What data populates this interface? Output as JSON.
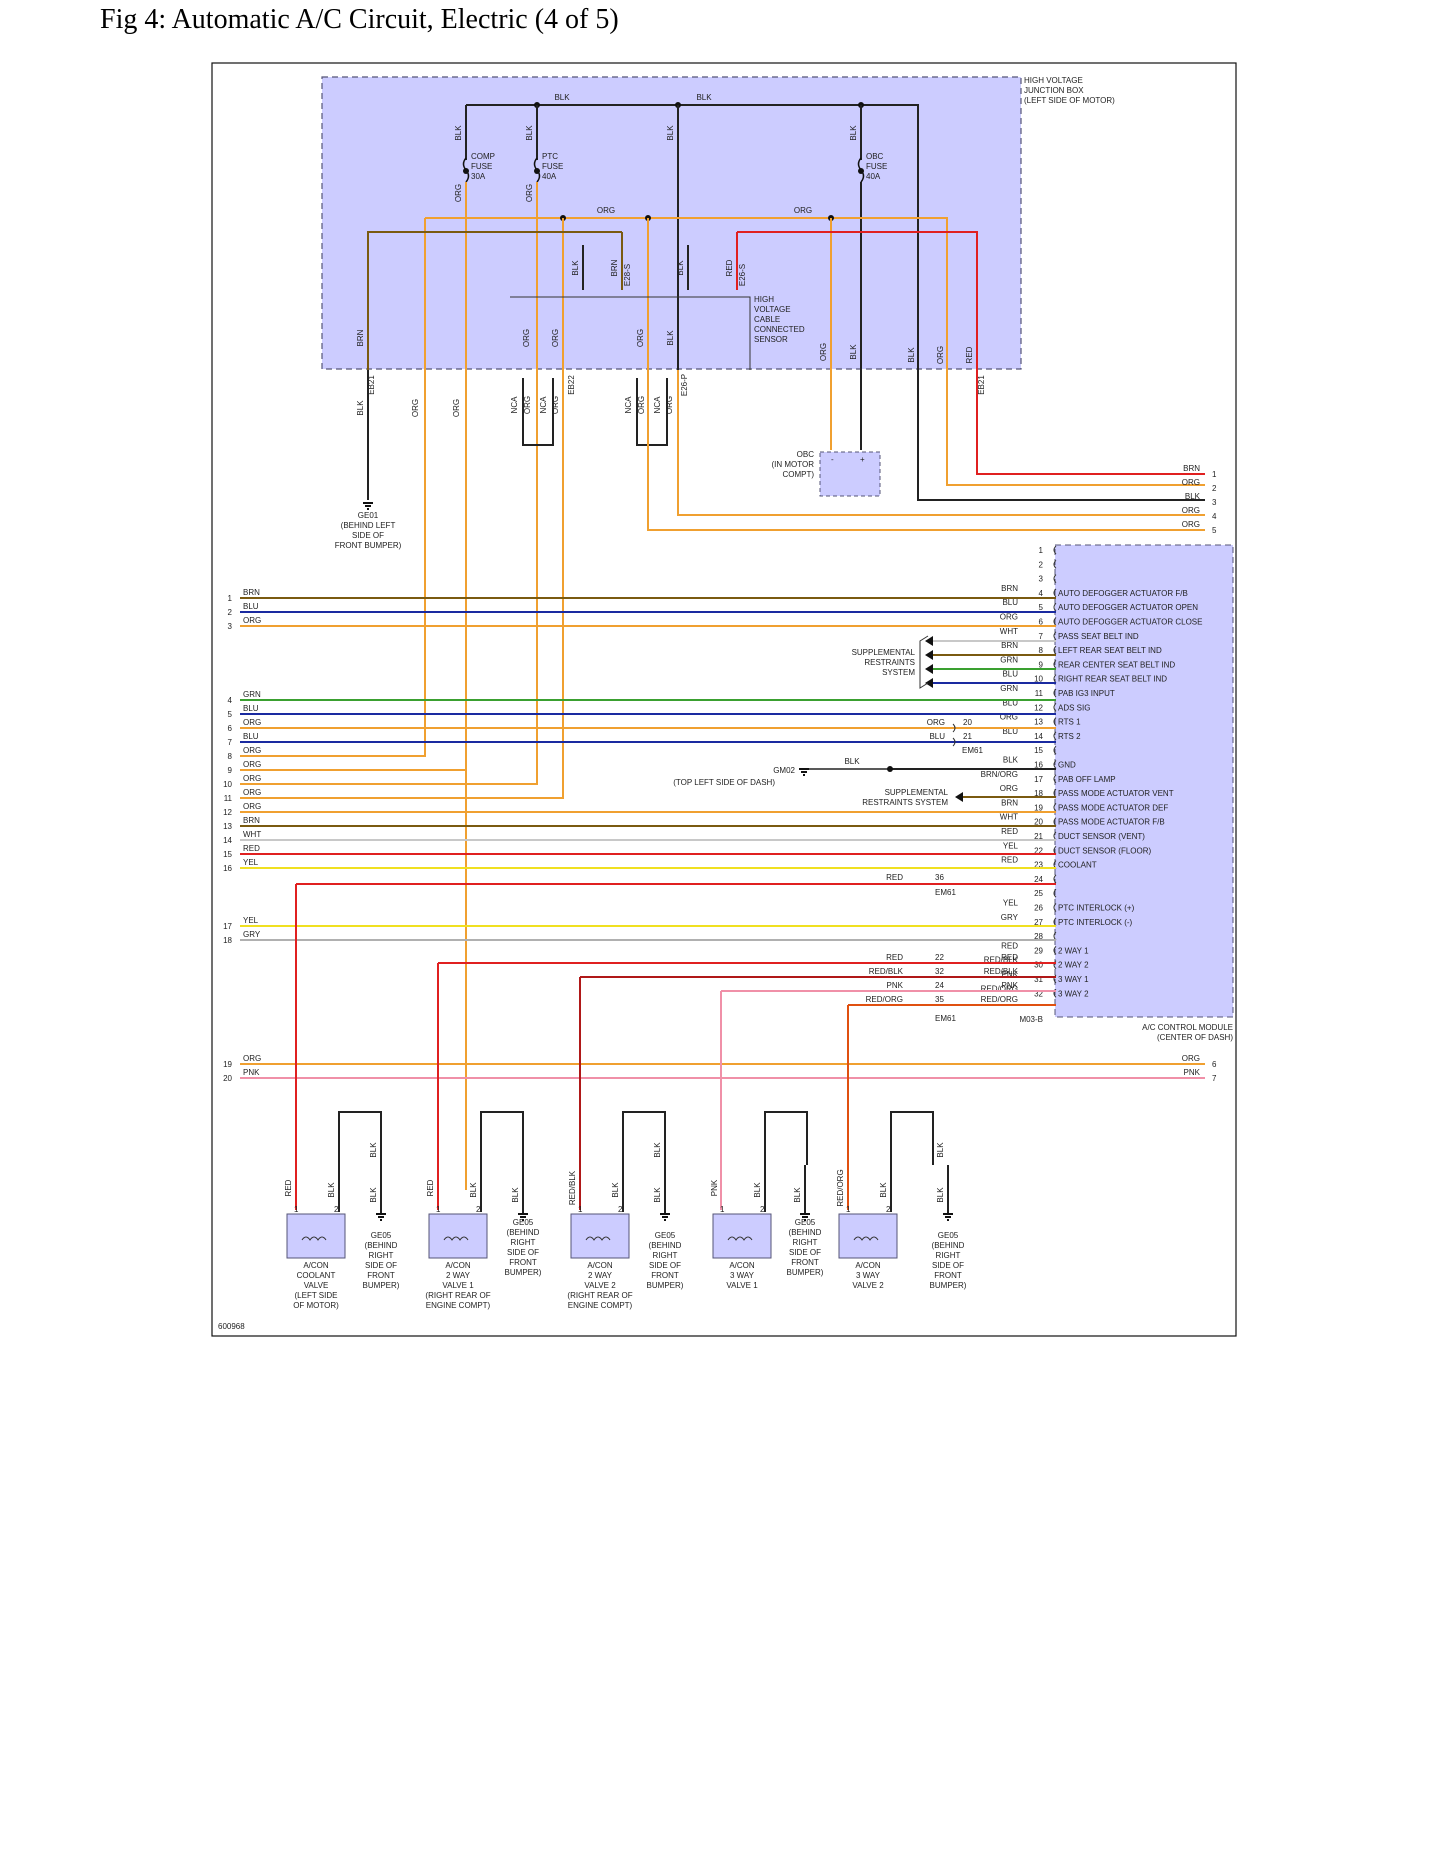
{
  "page": {
    "title": "Fig 4: Automatic A/C Circuit, Electric (4 of 5)",
    "figure_id": "600968"
  },
  "colors": {
    "BLK": "#222222",
    "ORG": "#f0a030",
    "RED": "#e02020",
    "BRN": "#7a5a10",
    "BLU": "#1a2aa0",
    "GRN": "#3aa030",
    "YEL": "#f0e020",
    "WHT": "#c8c8c8",
    "GRY": "#b0b0b0",
    "PNK": "#f090a8",
    "RED_BLK": "#b01818",
    "RED_ORG": "#e05010",
    "box_fill": "#ccccff",
    "box_stroke": "#555577"
  },
  "hv_box": {
    "label_lines": [
      "HIGH VOLTAGE",
      "JUNCTION BOX",
      "(LEFT SIDE OF MOTOR)"
    ],
    "fuses": [
      {
        "lines": [
          "COMP",
          "FUSE",
          "30A"
        ]
      },
      {
        "lines": [
          "PTC",
          "FUSE",
          "40A"
        ]
      },
      {
        "lines": [
          "OBC",
          "FUSE",
          "40A"
        ]
      }
    ],
    "sensor_lines": [
      "HIGH",
      "VOLTAGE",
      "CABLE",
      "CONNECTED",
      "SENSOR"
    ],
    "connectors": [
      "E28-S",
      "E26-S"
    ]
  },
  "wire_tags": {
    "blk": "BLK",
    "org": "ORG",
    "red": "RED",
    "brn": "BRN",
    "nca": "NCA",
    "pin1": "1",
    "pin2": "2",
    "pin5": "5",
    "pin6": "6"
  },
  "lower_connectors": [
    "EB21",
    "EB22",
    "E26-P",
    "EB21"
  ],
  "obc": {
    "lines": [
      "OBC",
      "(IN MOTOR",
      "COMPT)"
    ],
    "minus": "-",
    "plus": "+"
  },
  "ge01": {
    "lines": [
      "GE01",
      "(BEHIND LEFT",
      "SIDE OF",
      "FRONT BUMPER)"
    ]
  },
  "right_top_terms": [
    {
      "color": "BRN",
      "num": "1"
    },
    {
      "color": "ORG",
      "num": "2"
    },
    {
      "color": "BLK",
      "num": "3"
    },
    {
      "color": "ORG",
      "num": "4"
    },
    {
      "color": "ORG",
      "num": "5"
    }
  ],
  "left_terms": [
    {
      "num": "1",
      "color": "BRN"
    },
    {
      "num": "2",
      "color": "BLU"
    },
    {
      "num": "3",
      "color": "ORG"
    },
    {
      "num": "4",
      "color": "GRN"
    },
    {
      "num": "5",
      "color": "BLU"
    },
    {
      "num": "6",
      "color": "ORG"
    },
    {
      "num": "7",
      "color": "BLU"
    },
    {
      "num": "8",
      "color": "ORG"
    },
    {
      "num": "9",
      "color": "ORG"
    },
    {
      "num": "10",
      "color": "ORG"
    },
    {
      "num": "11",
      "color": "ORG"
    },
    {
      "num": "12",
      "color": "ORG"
    },
    {
      "num": "13",
      "color": "BRN"
    },
    {
      "num": "14",
      "color": "WHT"
    },
    {
      "num": "15",
      "color": "RED"
    },
    {
      "num": "16",
      "color": "YEL"
    },
    {
      "num": "17",
      "color": "YEL"
    },
    {
      "num": "18",
      "color": "GRY"
    },
    {
      "num": "19",
      "color": "ORG"
    },
    {
      "num": "20",
      "color": "PNK"
    }
  ],
  "module": {
    "name_lines": [
      "A/C CONTROL MODULE",
      "(CENTER OF DASH)"
    ],
    "connector": "M03-B",
    "pins": [
      {
        "pin": "1",
        "wire": "",
        "func": ""
      },
      {
        "pin": "2",
        "wire": "",
        "func": ""
      },
      {
        "pin": "3",
        "wire": "",
        "func": ""
      },
      {
        "pin": "4",
        "wire": "BRN",
        "func": "AUTO DEFOGGER ACTUATOR F/B"
      },
      {
        "pin": "5",
        "wire": "BLU",
        "func": "AUTO DEFOGGER ACTUATOR OPEN"
      },
      {
        "pin": "6",
        "wire": "ORG",
        "func": "AUTO DEFOGGER ACTUATOR CLOSE"
      },
      {
        "pin": "7",
        "wire": "WHT",
        "func": "PASS SEAT BELT IND"
      },
      {
        "pin": "8",
        "wire": "BRN",
        "func": "LEFT REAR SEAT BELT IND"
      },
      {
        "pin": "9",
        "wire": "GRN",
        "func": "REAR CENTER SEAT BELT IND"
      },
      {
        "pin": "10",
        "wire": "BLU",
        "func": "RIGHT REAR SEAT BELT IND"
      },
      {
        "pin": "11",
        "wire": "GRN",
        "func": "PAB IG3 INPUT"
      },
      {
        "pin": "12",
        "wire": "BLU",
        "func": "ADS SIG"
      },
      {
        "pin": "13",
        "wire": "ORG",
        "func": "RTS 1"
      },
      {
        "pin": "14",
        "wire": "BLU",
        "func": "RTS 2"
      },
      {
        "pin": "15",
        "wire": "",
        "func": ""
      },
      {
        "pin": "16",
        "wire": "BLK",
        "func": "GND"
      },
      {
        "pin": "17",
        "wire": "BRN/ORG",
        "func": "PAB OFF LAMP"
      },
      {
        "pin": "18",
        "wire": "ORG",
        "func": "PASS MODE ACTUATOR VENT"
      },
      {
        "pin": "19",
        "wire": "BRN",
        "func": "PASS MODE ACTUATOR DEF"
      },
      {
        "pin": "20",
        "wire": "WHT",
        "func": "PASS MODE ACTUATOR F/B"
      },
      {
        "pin": "21",
        "wire": "RED",
        "func": "DUCT SENSOR (VENT)"
      },
      {
        "pin": "22",
        "wire": "YEL",
        "func": "DUCT SENSOR (FLOOR)"
      },
      {
        "pin": "23",
        "wire": "RED",
        "func": "COOLANT"
      },
      {
        "pin": "24",
        "wire": "",
        "func": ""
      },
      {
        "pin": "25",
        "wire": "",
        "func": ""
      },
      {
        "pin": "26",
        "wire": "YEL",
        "func": "PTC INTERLOCK (+)"
      },
      {
        "pin": "27",
        "wire": "GRY",
        "func": "PTC INTERLOCK (-)"
      },
      {
        "pin": "28",
        "wire": "",
        "func": ""
      },
      {
        "pin": "29",
        "wire": "RED",
        "func": "2 WAY 1"
      },
      {
        "pin": "30",
        "wire": "RED/BLK",
        "func": "2 WAY 2"
      },
      {
        "pin": "31",
        "wire": "PNK",
        "func": "3 WAY 1"
      },
      {
        "pin": "32",
        "wire": "RED/ORG",
        "func": "3 WAY 2"
      }
    ]
  },
  "srs": {
    "lines": [
      "SUPPLEMENTAL",
      "RESTRAINTS",
      "SYSTEM"
    ],
    "lines2": [
      "SUPPLEMENTAL",
      "RESTRAINTS SYSTEM"
    ]
  },
  "gm02": {
    "label": "GM02",
    "loc": "(TOP LEFT SIDE OF DASH)",
    "wire": "BLK"
  },
  "em61": {
    "label": "EM61",
    "top": [
      {
        "color": "ORG",
        "pin": "20"
      },
      {
        "color": "BLU",
        "pin": "21"
      }
    ],
    "coolant": {
      "color": "RED",
      "pin": "36"
    },
    "valves": [
      {
        "color": "RED",
        "pin": "22"
      },
      {
        "color": "RED/BLK",
        "pin": "32"
      },
      {
        "color": "PNK",
        "pin": "24"
      },
      {
        "color": "RED/ORG",
        "pin": "35"
      }
    ]
  },
  "bottom_right_terms": [
    {
      "color": "ORG",
      "num": "6"
    },
    {
      "color": "PNK",
      "num": "7"
    }
  ],
  "valves": [
    {
      "wire": "RED",
      "lines": [
        "A/CON",
        "COOLANT",
        "VALVE",
        "(LEFT SIDE",
        "OF MOTOR)"
      ]
    },
    {
      "wire": "RED",
      "lines": [
        "A/CON",
        "2 WAY",
        "VALVE 1",
        "(RIGHT REAR OF",
        "ENGINE COMPT)"
      ]
    },
    {
      "wire": "RED/BLK",
      "lines": [
        "A/CON",
        "2 WAY",
        "VALVE 2",
        "(RIGHT REAR OF",
        "ENGINE COMPT)"
      ]
    },
    {
      "wire": "PNK",
      "lines": [
        "A/CON",
        "3 WAY",
        "VALVE 1"
      ]
    },
    {
      "wire": "RED/ORG",
      "lines": [
        "A/CON",
        "3 WAY",
        "VALVE 2"
      ]
    }
  ],
  "ge05": {
    "lines": [
      "GE05",
      "(BEHIND",
      "RIGHT",
      "SIDE OF",
      "FRONT",
      "BUMPER)"
    ]
  }
}
